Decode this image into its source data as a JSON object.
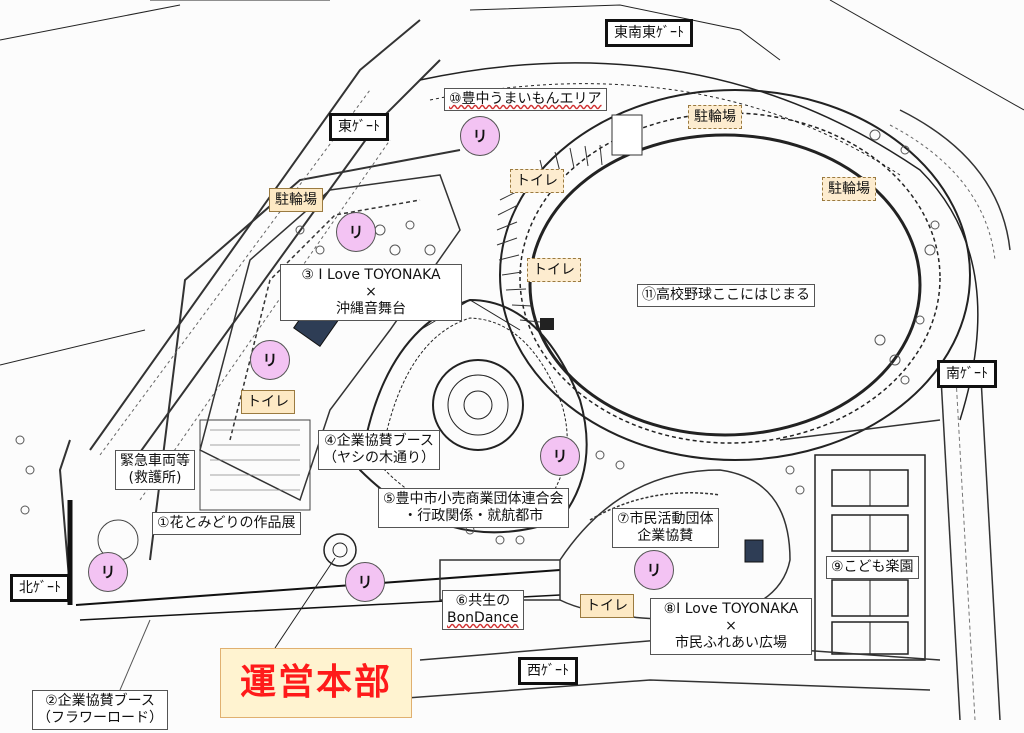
{
  "gates": {
    "east_southeast": "東南東ｹﾞｰﾄ",
    "east": "東ｹﾞｰﾄ",
    "south": "南ｹﾞｰﾄ",
    "north": "北ｹﾞｰﾄ",
    "west": "西ｹﾞｰﾄ"
  },
  "parking": {
    "bicycle_top": "駐輪場",
    "bicycle_left": "駐輪場",
    "bicycle_right": "駐輪場"
  },
  "toilets": {
    "stand_top": "トイレ",
    "stand_mid": "トイレ",
    "left": "トイレ",
    "bottom": "トイレ"
  },
  "recycle_label": "リ",
  "areas": {
    "a1": "①花とみどりの作品展",
    "a2_line1": "②企業協賛ブース",
    "a2_line2": "（フラワーロード）",
    "a3_line1": "③ I Love TOYONAKA",
    "a3_line2": "×",
    "a3_line3": "沖縄音舞台",
    "a4_line1": "④企業協賛ブース",
    "a4_line2": "（ヤシの木通り）",
    "a5_line1": "⑤豊中市小売商業団体連合会",
    "a5_line2": "・行政関係・就航都市",
    "a6_line1": "⑥共生の",
    "a6_line2": "BonDance",
    "a7_line1": "⑦市民活動団体",
    "a7_line2": "企業協賛",
    "a8_line1": "⑧I Love TOYONAKA",
    "a8_line2": "×",
    "a8_line3": "市民ふれあい広場",
    "a9": "⑨こども楽園",
    "a10": "⑩豊中うまいもんエリア",
    "a11": "⑪高校野球ここにはじまる",
    "emergency_line1": "緊急車両等",
    "emergency_line2": "(救護所)"
  },
  "headquarters": "運営本部",
  "colors": {
    "recycle_fill": "#f3c3f3",
    "tag_fill": "#fde9c4",
    "hq_text": "#ff1a1a",
    "hq_fill": "#fff3d0"
  }
}
